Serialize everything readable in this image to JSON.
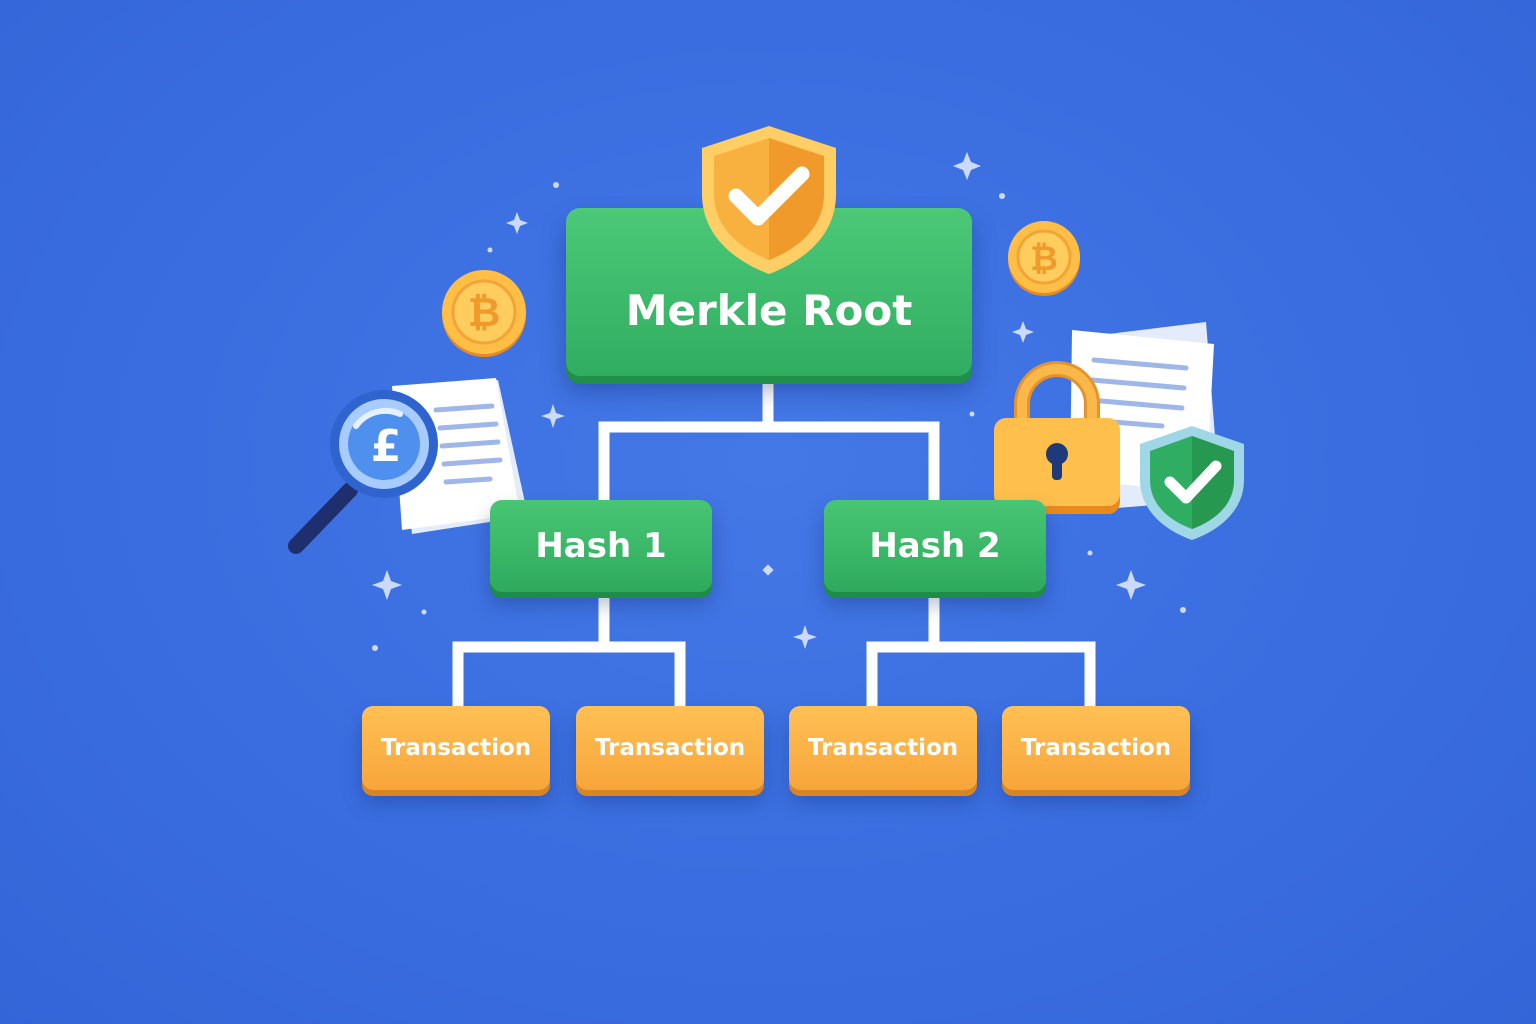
{
  "diagram": {
    "root": {
      "label": "Merkle Root"
    },
    "hashes": [
      {
        "label": "Hash 1"
      },
      {
        "label": "Hash 2"
      }
    ],
    "transactions": [
      {
        "label": "Transaction"
      },
      {
        "label": "Transaction"
      },
      {
        "label": "Transaction"
      },
      {
        "label": "Transaction"
      }
    ]
  },
  "decorations": {
    "coin_symbol": "₿",
    "magnifier_symbol": "£",
    "icons": [
      "shield-check-icon",
      "bitcoin-coin-icon",
      "magnifier-icon",
      "document-icon",
      "padlock-icon",
      "sparkle-icon"
    ]
  },
  "colors": {
    "background": "#3a6ee0",
    "root_green": "#30ad60",
    "hash_green": "#2faa5d",
    "transaction_orange": "#f7a53a",
    "shield_gold": "#f7b23e",
    "connector": "#ffffff"
  }
}
